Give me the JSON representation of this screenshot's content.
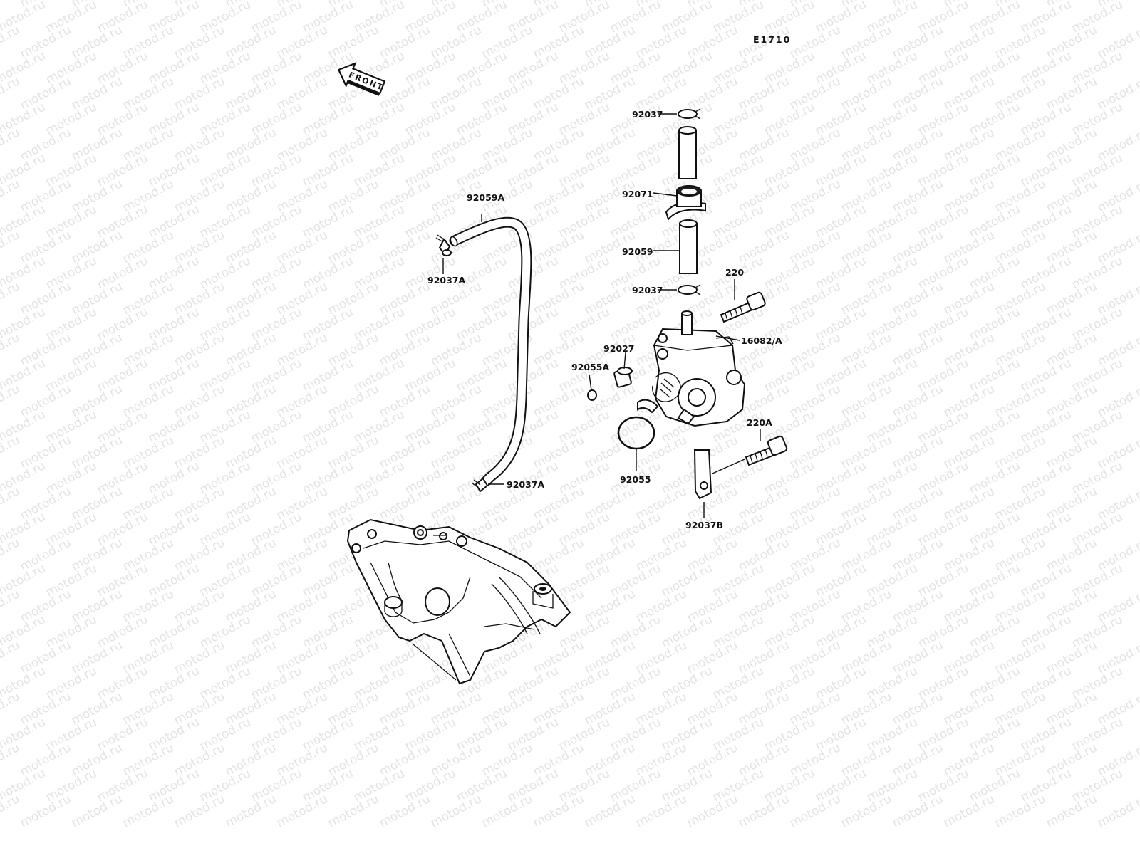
{
  "diagram_code": "E1710",
  "front_arrow": "FRONT",
  "watermark": "motod.ru",
  "labels": {
    "clamp_top": "92037",
    "joint": "92071",
    "hose_short": "92059",
    "clamp_mid": "92037",
    "bolt": "220",
    "pump": "16082/A",
    "collar": "92027",
    "oring_small": "92055A",
    "oring": "92055",
    "hose_long": "92059A",
    "clamp_a_upper": "92037A",
    "clamp_a_lower": "92037A",
    "bolt_a": "220A",
    "bracket": "92037B"
  }
}
